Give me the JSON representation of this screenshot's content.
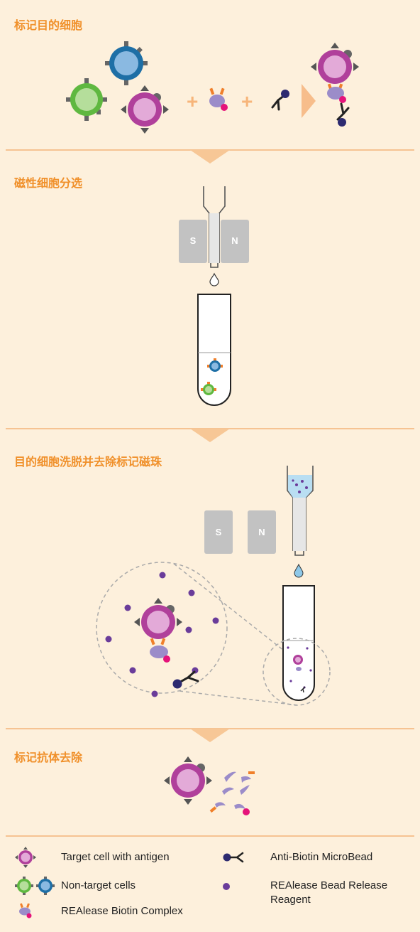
{
  "sections": [
    {
      "title": "标记目的细胞"
    },
    {
      "title": "磁性细胞分选"
    },
    {
      "title": "目的细胞洗脱并去除标记磁珠"
    },
    {
      "title": "标记抗体去除"
    }
  ],
  "magnets": {
    "south": "S",
    "north": "N"
  },
  "operators": {
    "plus": "+"
  },
  "legend": {
    "target_cell": "Target cell with antigen",
    "non_target_cells": "Non-target cells",
    "biotin_complex": "REAlease Biotin Complex",
    "microbead": "Anti-Biotin MicroBead",
    "release_reagent": "REAlease Bead Release Reagent"
  },
  "colors": {
    "background": "#fdf0dc",
    "accent_orange": "#f0902a",
    "divider": "#f3b47a",
    "magnet_gray": "#c2c2c2",
    "target_cell": "#b0409b",
    "target_nucleus": "#e3aad8",
    "blue_cell": "#1e6fa6",
    "blue_nucleus": "#8ab9e1",
    "green_cell": "#5fb840",
    "green_nucleus": "#b5de9b",
    "bead_purple": "#6a3c9a",
    "dark_navy": "#2d2a70",
    "pink_dot": "#e5137a",
    "lavender": "#9b8cc9"
  }
}
